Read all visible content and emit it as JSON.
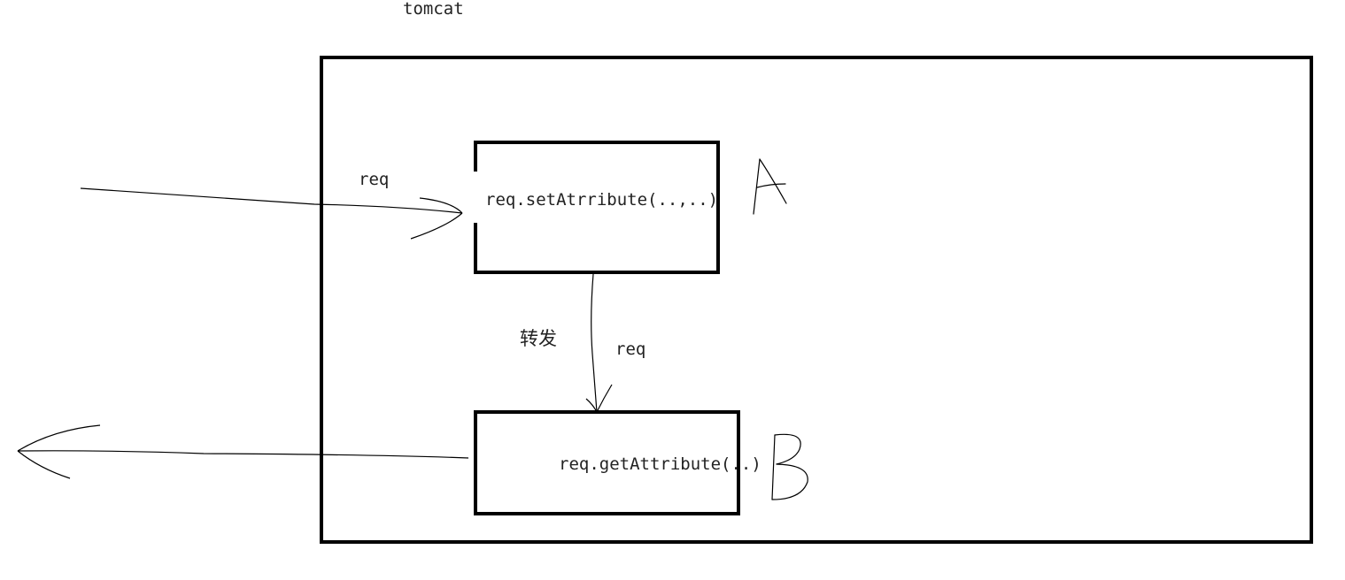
{
  "labels": {
    "container": "tomcat",
    "incoming_req": "req",
    "forward_action": "转发",
    "forward_req": "req",
    "servlet_a_code": "req.setAtrribute(..,..)",
    "servlet_b_code": "req.getAttribute(..)",
    "servlet_a_tag": "A",
    "servlet_b_tag": "B"
  },
  "colors": {
    "stroke": "#000000",
    "text": "#222222",
    "background": "#ffffff"
  }
}
